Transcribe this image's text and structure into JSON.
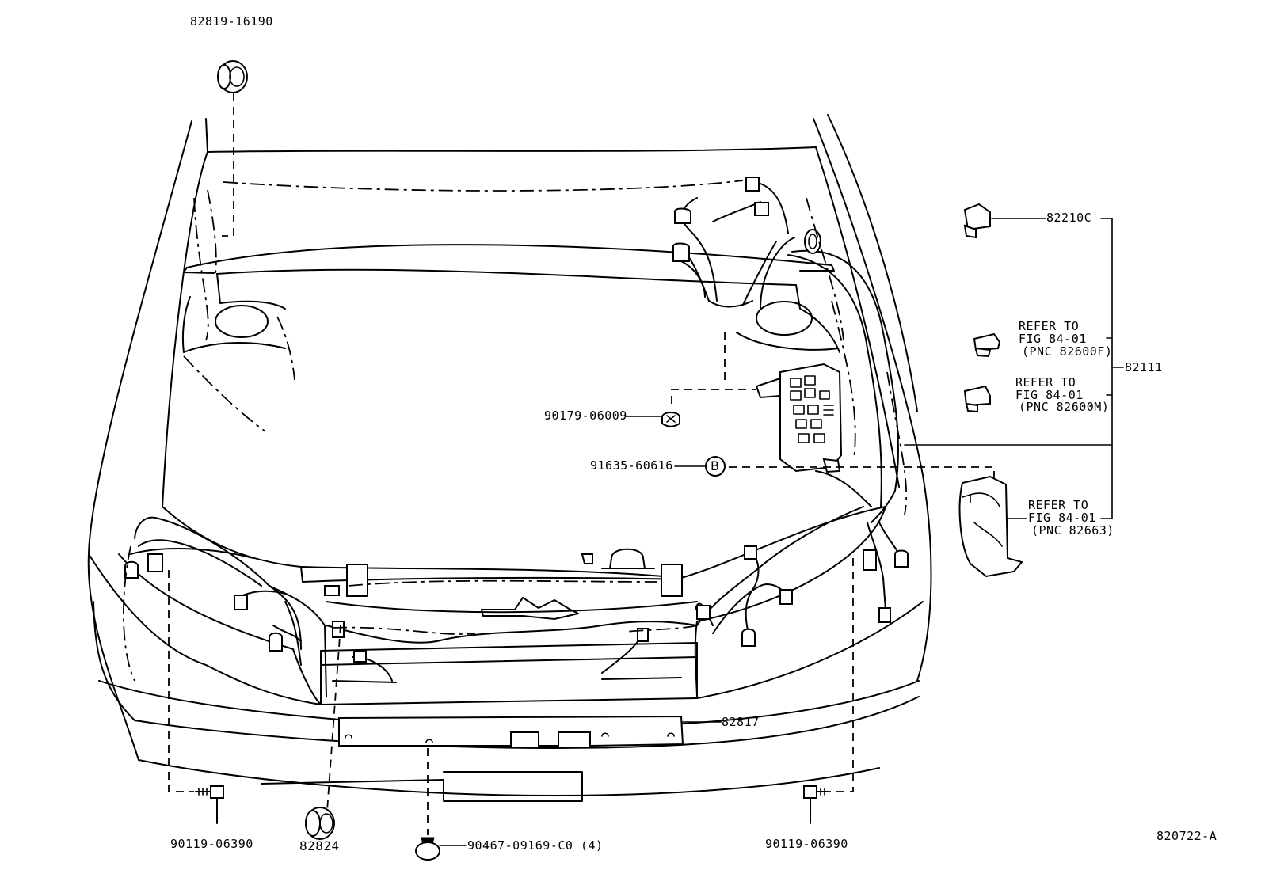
{
  "diagram": {
    "figure_code": "820722-A",
    "callouts": {
      "grommet_top": "82819-16190",
      "relay": "82210C",
      "refer_1": [
        "REFER TO",
        "FIG 84-01",
        "(PNC 82600F)"
      ],
      "refer_2": [
        "REFER TO",
        "FIG 84-01",
        "(PNC 82600M)"
      ],
      "harness_main": "82111",
      "nut": "90179-06009",
      "bolt_b": "91635-60616",
      "bolt_b_marker": "B",
      "refer_3": [
        "REFER TO",
        "FIG 84-01",
        "(PNC 82663)"
      ],
      "bracket_front": "82817",
      "screw_left": "90119-06390",
      "grommet_bottom": "82824",
      "clip": "90467-09169-C0 (4)",
      "screw_right": "90119-06390"
    }
  }
}
